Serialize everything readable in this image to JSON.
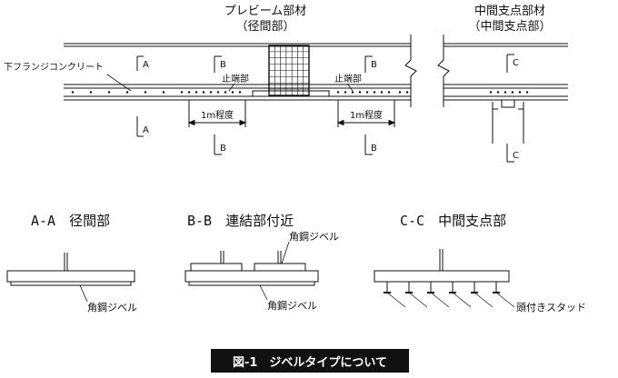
{
  "top": {
    "preview_title": "プレビーム部材",
    "preview_sub": "（径間部）",
    "support_title": "中間支点部材",
    "support_sub": "（中間支点部）",
    "flange_label": "下フランジコンクリート",
    "stop_end_left": "止端部",
    "stop_end_right": "止端部",
    "dim_left": "1m程度",
    "dim_right": "1m程度",
    "sec_a": "A",
    "sec_b": "B",
    "sec_c": "C"
  },
  "sections": {
    "aa_title": "A-A　径間部",
    "bb_title": "B-B　連結部付近",
    "cc_title": "C-C　中間支点部",
    "angle_steel_1": "角鋼ジベル",
    "angle_steel_2": "角鋼ジベル",
    "angle_steel_3": "角鋼ジベル",
    "headed_stud": "頭付きスタッド"
  },
  "caption": "図-1　ジベルタイプについて"
}
